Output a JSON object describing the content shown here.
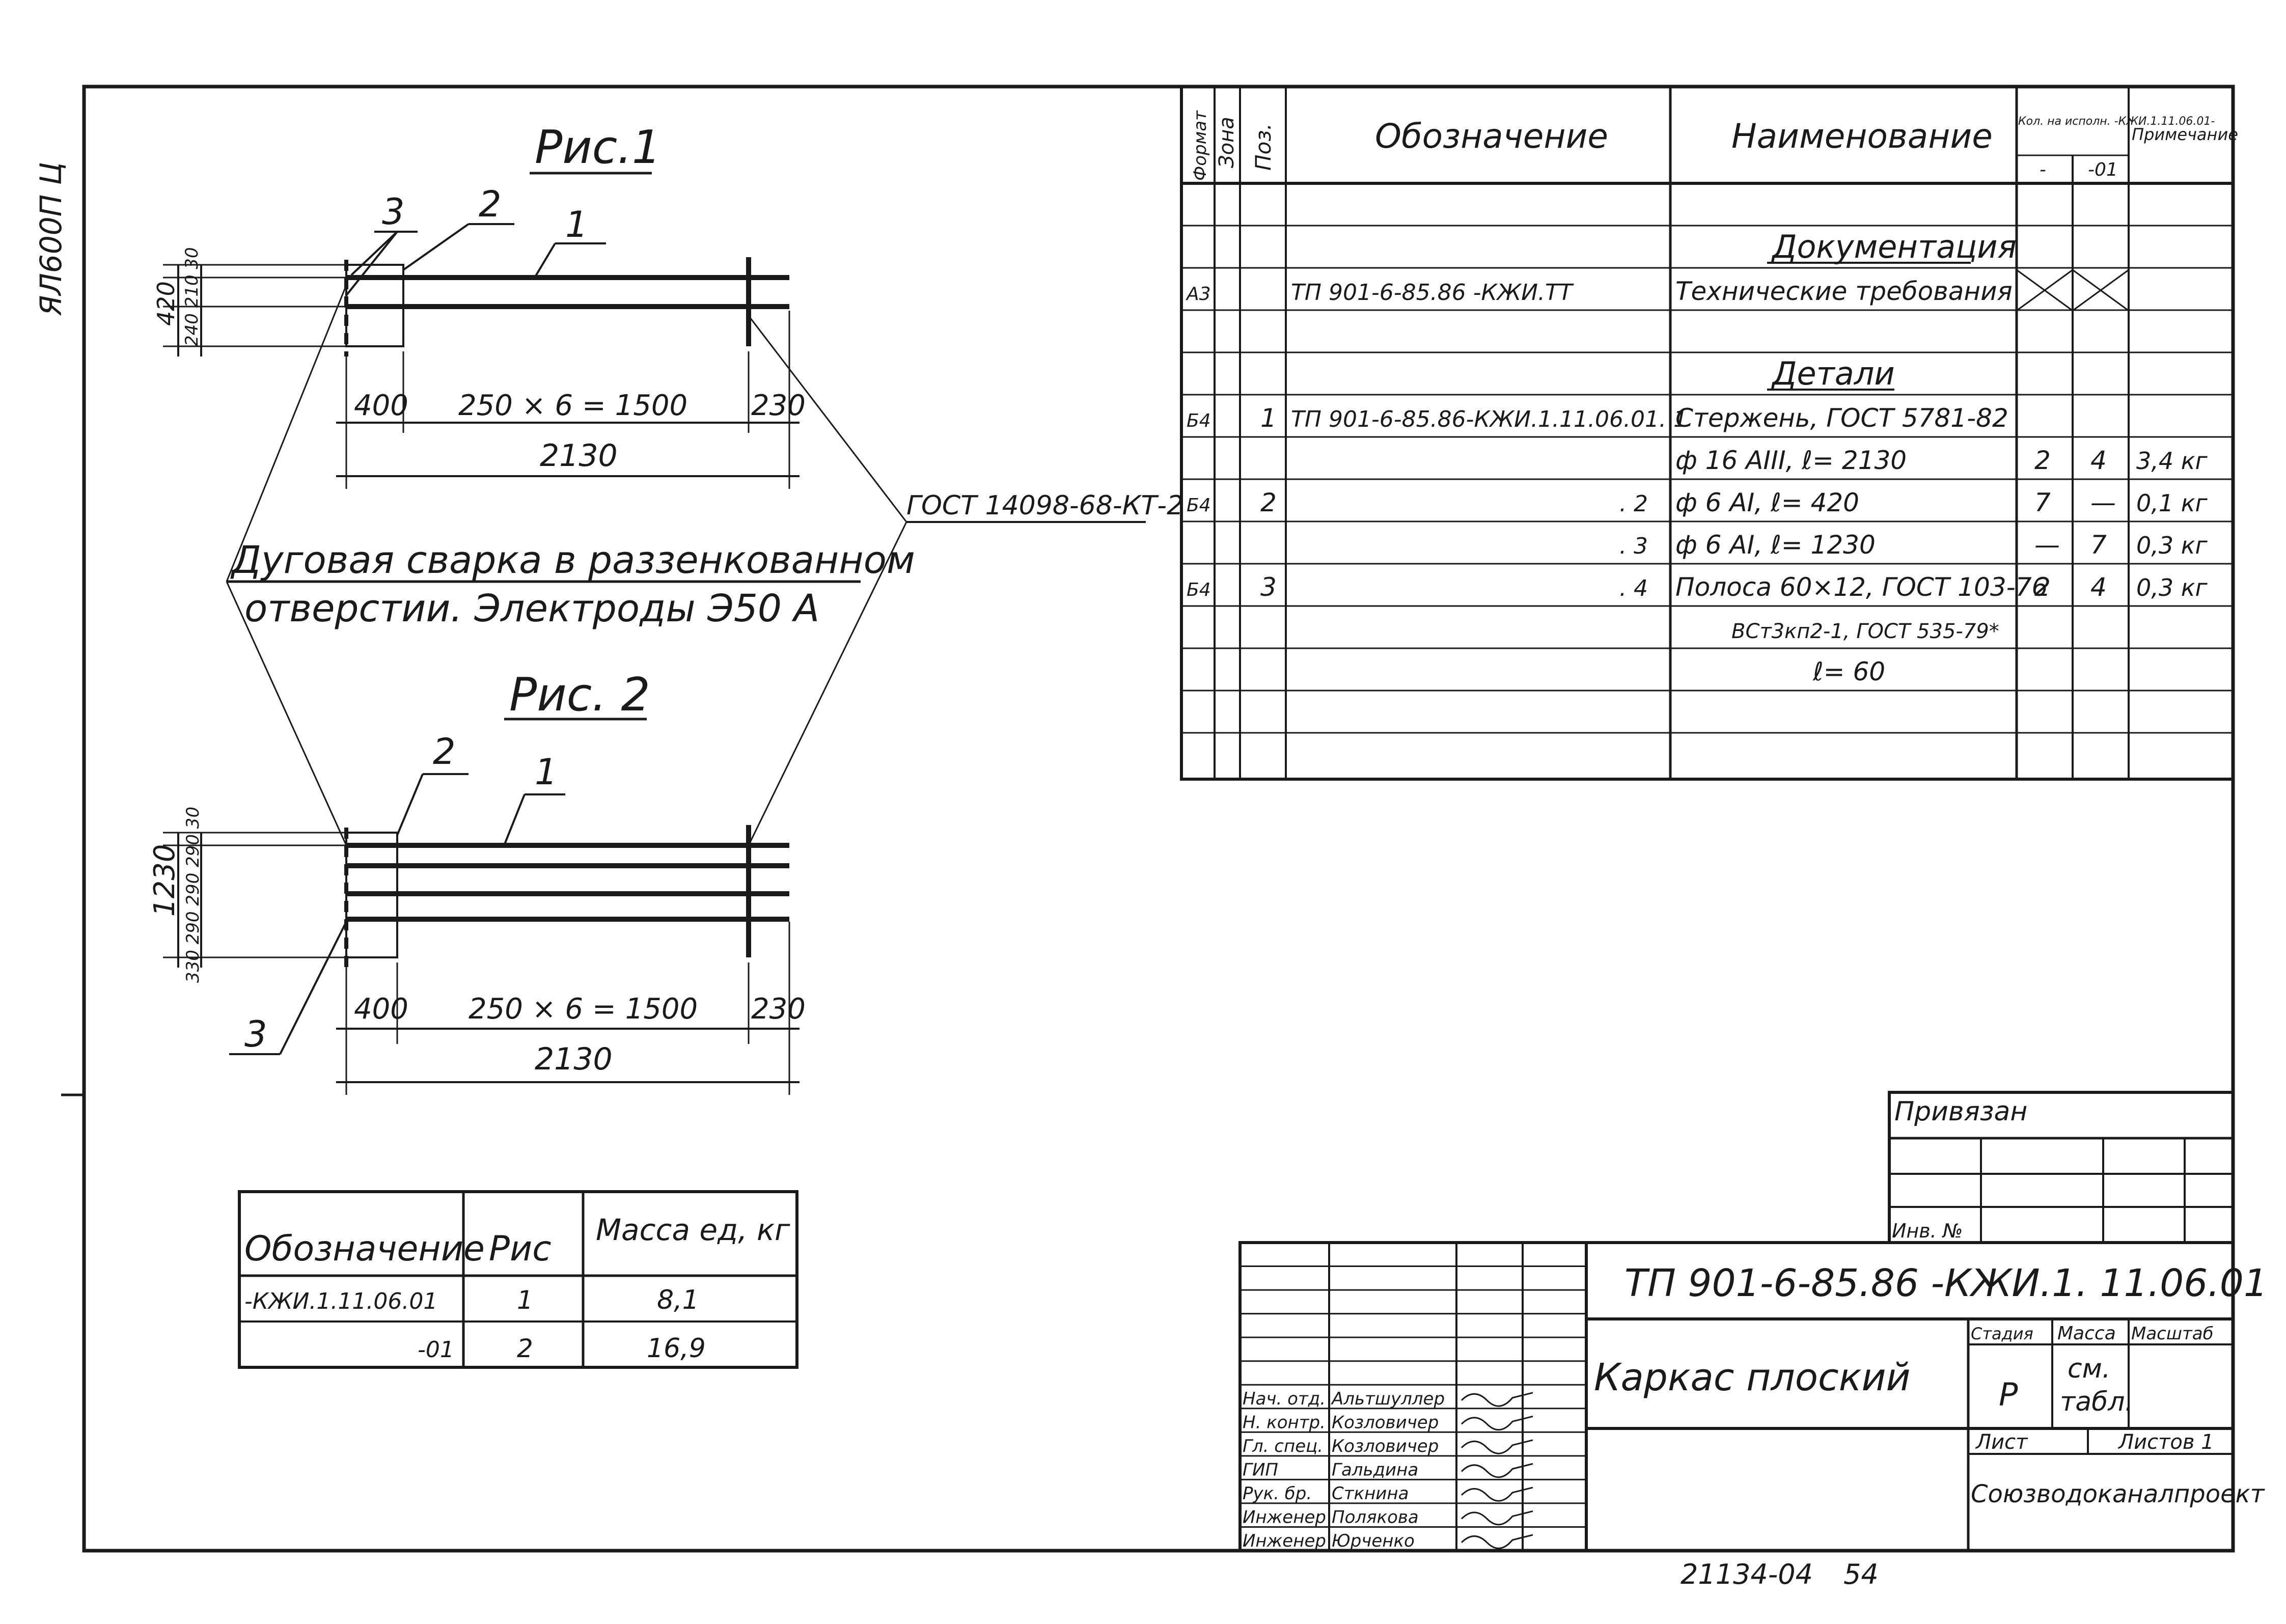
{
  "side_stamp": "ЯЛ600П Ц",
  "fig1": {
    "title": "Рис.1",
    "callouts": [
      "3",
      "2",
      "1"
    ],
    "dim_total_height": "420",
    "dim_parts": "240 210 30",
    "dim_left": "400",
    "dim_mid": "250 × 6 = 1500",
    "dim_right": "230",
    "dim_total": "2130"
  },
  "fig2": {
    "title": "Рис. 2",
    "callouts": [
      "2",
      "1",
      "3"
    ],
    "dim_total_height": "1230",
    "dim_parts": "330 290 290 290 30",
    "dim_left": "400",
    "dim_mid": "250 × 6 = 1500",
    "dim_right": "230",
    "dim_total": "2130"
  },
  "weld_note": {
    "line1": "Дуговая сварка в раззенкованном",
    "line2": "отверстии. Электроды Э50 А",
    "standard": "ГОСТ 14098-68-КТ-2"
  },
  "spec_table": {
    "headers": {
      "format": "Формат",
      "zone": "Зона",
      "pos": "Поз.",
      "designation": "Обозначение",
      "name": "Наименование",
      "qty": "Кол. на исполн. -КЖИ.1.11.06.01-",
      "qty_a": "-",
      "qty_b": "-01",
      "note": "Примечание"
    },
    "rows": [
      {
        "format": "",
        "pos": "",
        "designation": "",
        "name": "",
        "qa": "",
        "qb": "",
        "note": ""
      },
      {
        "format": "",
        "pos": "",
        "designation": "",
        "name": "Документация",
        "qa": "",
        "qb": "",
        "note": ""
      },
      {
        "format": "А3",
        "pos": "",
        "designation": "ТП 901-6-85.86 -КЖИ.ТТ",
        "name": "Технические требования",
        "qa": "",
        "qb": "",
        "note": ""
      },
      {
        "format": "",
        "pos": "",
        "designation": "",
        "name": "",
        "qa": "",
        "qb": "",
        "note": ""
      },
      {
        "format": "",
        "pos": "",
        "designation": "",
        "name": "Детали",
        "qa": "",
        "qb": "",
        "note": ""
      },
      {
        "format": "Б4",
        "pos": "1",
        "designation": "ТП 901-6-85.86-КЖИ.1.11.06.01. 1",
        "name": "Стержень, ГОСТ 5781-82",
        "qa": "",
        "qb": "",
        "note": ""
      },
      {
        "format": "",
        "pos": "",
        "designation": "",
        "name": "ф 16 АIII, ℓ= 2130",
        "qa": "2",
        "qb": "4",
        "note": "3,4 кг"
      },
      {
        "format": "Б4",
        "pos": "2",
        "designation": ". 2",
        "name": "ф 6 АI, ℓ= 420",
        "qa": "7",
        "qb": "—",
        "note": "0,1 кг"
      },
      {
        "format": "",
        "pos": "",
        "designation": ". 3",
        "name": "ф 6 АI, ℓ= 1230",
        "qa": "—",
        "qb": "7",
        "note": "0,3 кг"
      },
      {
        "format": "Б4",
        "pos": "3",
        "designation": ". 4",
        "name": "Полоса 60×12, ГОСТ 103-76",
        "qa": "2",
        "qb": "4",
        "note": "0,3 кг"
      },
      {
        "format": "",
        "pos": "",
        "designation": "",
        "name": "ВСт3кп2-1, ГОСТ 535-79*",
        "qa": "",
        "qb": "",
        "note": ""
      },
      {
        "format": "",
        "pos": "",
        "designation": "",
        "name": "ℓ= 60",
        "qa": "",
        "qb": "",
        "note": ""
      },
      {
        "format": "",
        "pos": "",
        "designation": "",
        "name": "",
        "qa": "",
        "qb": "",
        "note": ""
      },
      {
        "format": "",
        "pos": "",
        "designation": "",
        "name": "",
        "qa": "",
        "qb": "",
        "note": ""
      }
    ]
  },
  "mass_table": {
    "headers": [
      "Обозначение",
      "Рис",
      "Масса ед, кг"
    ],
    "rows": [
      [
        "-КЖИ.1.11.06.01",
        "1",
        "8,1"
      ],
      [
        "-01",
        "2",
        "16,9"
      ]
    ]
  },
  "binding": {
    "label": "Привязан",
    "inv_label": "Инв. №"
  },
  "title_block": {
    "code": "ТП 901-6-85.86 -КЖИ.1. 11.06.01",
    "name": "Каркас плоский",
    "stage_label": "Стадия",
    "stage": "Р",
    "mass_label": "Масса",
    "mass_value_line1": "см.",
    "mass_value_line2": "табл.",
    "scale_label": "Масштаб",
    "sheet_label": "Лист",
    "sheets_label": "Листов 1",
    "org": "Союзводоканалпроект",
    "people": [
      {
        "role": "Нач. отд.",
        "name": "Альтшуллер"
      },
      {
        "role": "Н. контр.",
        "name": "Козловичер"
      },
      {
        "role": "Гл. спец.",
        "name": "Козловичер"
      },
      {
        "role": "ГИП",
        "name": "Гальдина"
      },
      {
        "role": "Рук. бр.",
        "name": "Сткнина"
      },
      {
        "role": "Инженер",
        "name": "Полякова"
      },
      {
        "role": "Инженер",
        "name": "Юрченко"
      }
    ]
  },
  "footer": {
    "archive_no": "21134-04",
    "page_no": "54"
  }
}
